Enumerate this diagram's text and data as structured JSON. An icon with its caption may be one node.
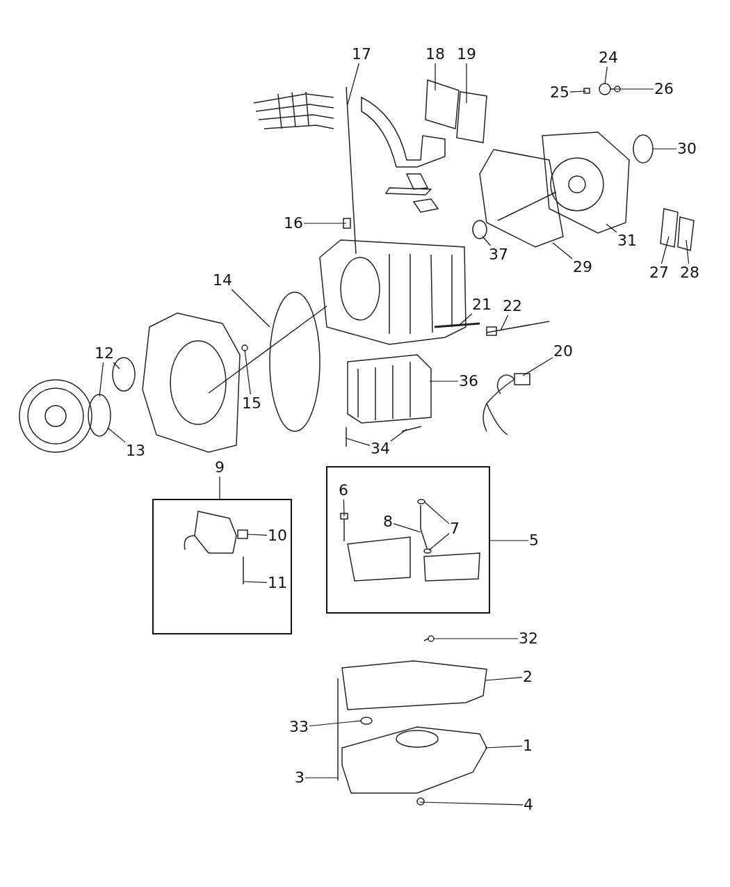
{
  "diagram": {
    "nodes": [
      {
        "text": [
          "17"
        ]
      },
      {
        "text": [
          "18"
        ]
      },
      {
        "text": [
          "19"
        ]
      },
      {
        "text": [
          "24"
        ]
      },
      {
        "text": [
          "25"
        ]
      },
      {
        "text": [
          "26"
        ]
      },
      {
        "text": [
          "30"
        ]
      },
      {
        "text": [
          "16"
        ]
      },
      {
        "text": [
          "31"
        ]
      },
      {
        "text": [
          "37"
        ]
      },
      {
        "text": [
          "29"
        ]
      },
      {
        "text": [
          "27"
        ]
      },
      {
        "text": [
          "28"
        ]
      },
      {
        "text": [
          "14"
        ]
      },
      {
        "text": [
          "21"
        ]
      },
      {
        "text": [
          "22"
        ]
      },
      {
        "text": [
          "20"
        ]
      },
      {
        "text": [
          "12"
        ]
      },
      {
        "text": [
          "36"
        ]
      },
      {
        "text": [
          "15"
        ]
      },
      {
        "text": [
          "34"
        ]
      },
      {
        "text": [
          "13"
        ]
      },
      {
        "text": [
          "9"
        ]
      },
      {
        "text": [],
        "shape": "box"
      },
      {
        "text": [
          "10"
        ],
        "in": 23
      },
      {
        "text": [
          "11"
        ],
        "in": 23
      },
      {
        "text": [],
        "shape": "box"
      },
      {
        "text": [
          "6"
        ],
        "in": 26
      },
      {
        "text": [
          "8"
        ],
        "in": 26
      },
      {
        "text": [
          "7"
        ],
        "in": 26
      },
      {
        "text": [
          "5"
        ]
      },
      {
        "text": [
          "32"
        ]
      },
      {
        "text": [
          "2"
        ]
      },
      {
        "text": [
          "33"
        ]
      },
      {
        "text": [
          "1"
        ]
      },
      {
        "text": [
          "3"
        ]
      },
      {
        "text": [
          "4"
        ]
      },
      {
        "text": [],
        "shape": "picture"
      },
      {
        "text": [],
        "shape": "picture"
      },
      {
        "text": [],
        "shape": "picture"
      },
      {
        "text": [],
        "shape": "circle"
      },
      {
        "text": [],
        "shape": "box"
      },
      {
        "text": [],
        "shape": "picture"
      },
      {
        "text": [],
        "shape": "picture"
      },
      {
        "text": [],
        "shape": "box"
      },
      {
        "text": [],
        "shape": "picture"
      },
      {
        "text": [],
        "shape": "ellipse"
      },
      {
        "text": [],
        "shape": "picture"
      },
      {
        "text": [],
        "shape": "picture"
      },
      {
        "text": [],
        "shape": "picture"
      },
      {
        "text": [],
        "shape": "ellipse"
      },
      {
        "text": [],
        "shape": "picture"
      },
      {
        "text": [],
        "shape": "picture"
      },
      {
        "text": [],
        "shape": "picture"
      },
      {
        "text": [],
        "shape": "ellipse"
      },
      {
        "text": [],
        "shape": "picture"
      },
      {
        "text": [],
        "shape": "picture"
      },
      {
        "text": [],
        "shape": "circle"
      },
      {
        "text": [],
        "shape": "picture"
      },
      {
        "text": [],
        "shape": "picture"
      },
      {
        "text": [],
        "shape": "box",
        "in": 23
      },
      {
        "text": [],
        "shape": "picture",
        "in": 23
      },
      {
        "text": [],
        "shape": "picture",
        "in": 26
      },
      {
        "text": [],
        "shape": "picture",
        "in": 26
      },
      {
        "text": [],
        "shape": "ellipse",
        "in": 26
      },
      {
        "text": [],
        "shape": "ellipse",
        "in": 26
      },
      {
        "text": [],
        "shape": "picture"
      },
      {
        "text": [],
        "shape": "picture"
      },
      {
        "text": [],
        "shape": "ellipse"
      },
      {
        "text": [],
        "shape": "picture"
      },
      {
        "text": [],
        "shape": "picture"
      },
      {
        "text": [],
        "shape": "circle"
      }
    ],
    "edges": [
      {
        "from": 0,
        "to": 37,
        "arrow": "none"
      },
      {
        "from": 1,
        "to": 38,
        "arrow": "none"
      },
      {
        "from": 2,
        "to": 39,
        "arrow": "none"
      },
      {
        "from": 3,
        "to": 40,
        "arrow": "none"
      },
      {
        "from": 4,
        "to": 41,
        "arrow": "none"
      },
      {
        "from": 5,
        "to": 42,
        "arrow": "none"
      },
      {
        "from": 6,
        "to": 43,
        "arrow": "none"
      },
      {
        "from": 7,
        "to": 44,
        "arrow": "none"
      },
      {
        "from": 8,
        "to": 45,
        "arrow": "none"
      },
      {
        "from": 9,
        "to": 46,
        "arrow": "none"
      },
      {
        "from": 10,
        "to": 47,
        "arrow": "none"
      },
      {
        "from": 11,
        "to": 48,
        "arrow": "none"
      },
      {
        "from": 12,
        "to": 49,
        "arrow": "none"
      },
      {
        "from": 13,
        "to": 50,
        "arrow": "none"
      },
      {
        "from": 14,
        "to": 51,
        "arrow": "none"
      },
      {
        "from": 15,
        "to": 52,
        "arrow": "none"
      },
      {
        "from": 16,
        "to": 53,
        "arrow": "none"
      },
      {
        "from": 17,
        "to": 54,
        "arrow": "none"
      },
      {
        "from": 17,
        "to": 55,
        "arrow": "none"
      },
      {
        "from": 18,
        "to": 56,
        "arrow": "none"
      },
      {
        "from": 19,
        "to": 57,
        "arrow": "none"
      },
      {
        "from": 20,
        "to": 58,
        "arrow": "none"
      },
      {
        "from": 20,
        "to": 59,
        "arrow": "none"
      },
      {
        "from": 21,
        "to": 54,
        "arrow": "none"
      },
      {
        "from": 22,
        "to": 23,
        "arrow": "none"
      },
      {
        "from": 24,
        "to": 60,
        "arrow": "none"
      },
      {
        "from": 25,
        "to": 61,
        "arrow": "none"
      },
      {
        "from": 27,
        "to": 62,
        "arrow": "none"
      },
      {
        "from": 28,
        "to": 63,
        "arrow": "none"
      },
      {
        "from": 29,
        "to": 64,
        "arrow": "none"
      },
      {
        "from": 29,
        "to": 65,
        "arrow": "none"
      },
      {
        "from": 30,
        "to": 26,
        "arrow": "none"
      },
      {
        "from": 31,
        "to": 66,
        "arrow": "none"
      },
      {
        "from": 32,
        "to": 67,
        "arrow": "none"
      },
      {
        "from": 33,
        "to": 68,
        "arrow": "none"
      },
      {
        "from": 34,
        "to": 69,
        "arrow": "none"
      },
      {
        "from": 35,
        "to": 70,
        "arrow": "none"
      },
      {
        "from": 36,
        "to": 71,
        "arrow": "none"
      }
    ]
  }
}
